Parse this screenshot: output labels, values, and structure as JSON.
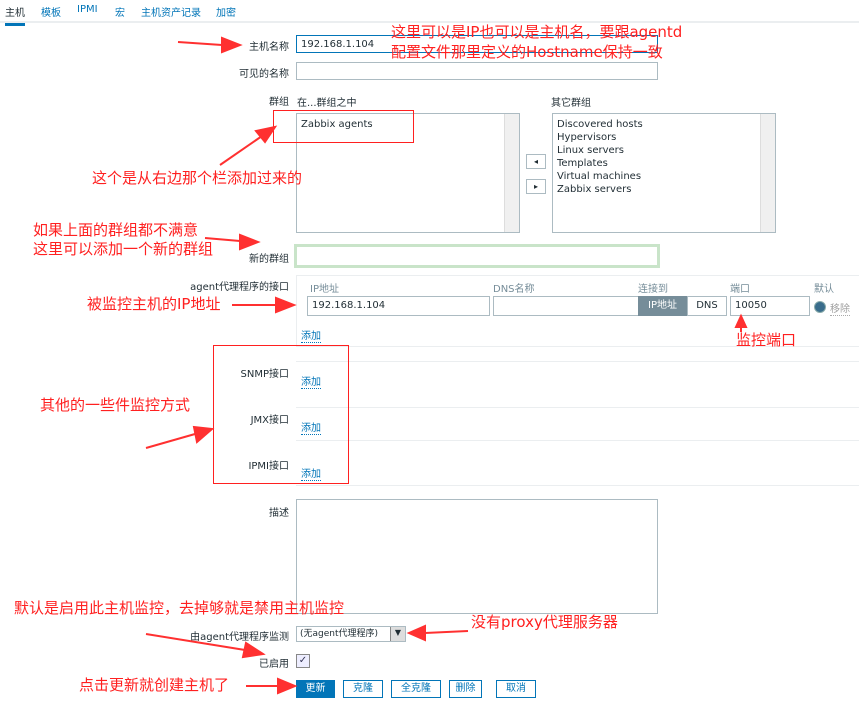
{
  "tabs": [
    "主机",
    "模板",
    "IPMI",
    "宏",
    "主机资产记录",
    "加密"
  ],
  "form": {
    "host_name_label": "主机名称",
    "host_name_value": "192.168.1.104",
    "visible_name_label": "可见的名称",
    "visible_name_value": "",
    "groups_label": "群组",
    "in_groups_label": "在...群组之中",
    "other_groups_label": "其它群组",
    "in_groups": [
      "Zabbix agents"
    ],
    "other_groups": [
      "Discovered hosts",
      "Hypervisors",
      "Linux servers",
      "Templates",
      "Virtual machines",
      "Zabbix servers"
    ],
    "move_left": "◂",
    "move_right": "▸",
    "new_group_label": "新的群组",
    "new_group_value": "",
    "agent_if_label": "agent代理程序的接口",
    "if_headers": {
      "ip": "IP地址",
      "dns": "DNS名称",
      "connect": "连接到",
      "port": "端口",
      "default": "默认"
    },
    "agent_if": {
      "ip": "192.168.1.104",
      "dns": "",
      "connect_ip": "IP地址",
      "connect_dns": "DNS",
      "port": "10050",
      "remove": "移除"
    },
    "add": "添加",
    "snmp_label": "SNMP接口",
    "jmx_label": "JMX接口",
    "ipmi_label": "IPMI接口",
    "description_label": "描述",
    "description_value": "",
    "proxy_label": "由agent代理程序监测",
    "proxy_value": "(无agent代理程序)",
    "enabled_label": "已启用",
    "enabled": true
  },
  "buttons": {
    "update": "更新",
    "clone": "克隆",
    "full_clone": "全克隆",
    "delete": "删除",
    "cancel": "取消"
  },
  "annotations": {
    "hostname_1": "这里可以是IP也可以是主机名，要跟agentd",
    "hostname_2": "配置文件那里定义的Hostname保持一致",
    "group": "这个是从右边那个栏添加过来的",
    "newgroup_1": "如果上面的群组都不满意",
    "newgroup_2": "这里可以添加一个新的群组",
    "ip": "被监控主机的IP地址",
    "port": "监控端口",
    "other": "其他的一些件监控方式",
    "enabled": "默认是启用此主机监控，去掉够就是禁用主机监控",
    "proxy": "没有proxy代理服务器",
    "update": "点击更新就创建主机了"
  }
}
